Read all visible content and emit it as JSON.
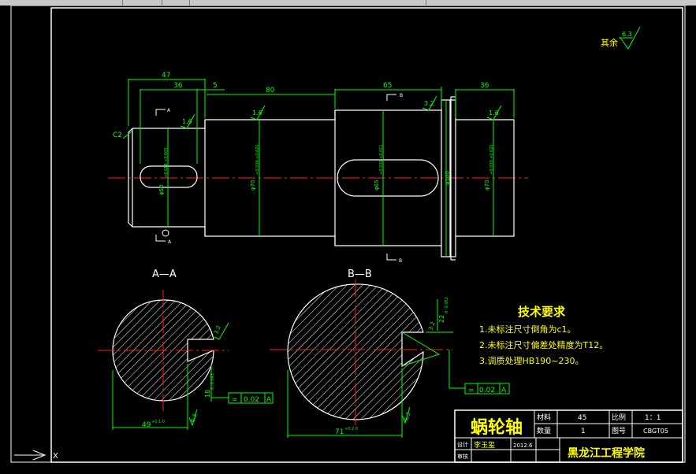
{
  "drawing": {
    "surface_finish_rest": {
      "label": "其余",
      "value": "6.3"
    },
    "dimensions": {
      "d47": "47",
      "d36a": "36",
      "d5": "5",
      "d80": "80",
      "d65": "65",
      "d36b": "36",
      "chamfer": "C2",
      "r16a": "1.6",
      "r16b": "1.6",
      "r16c": "1.6",
      "r32": "3.2",
      "dia_50": "φ50",
      "dia_70a": "φ70",
      "dia_65": "φ65",
      "dia_100": "φ100",
      "dia_70b": "φ70",
      "tol_50": "+0.018 +0.002",
      "tol_70a": "+0.039 +0.020",
      "tol_65": "+0.030 +0.011",
      "tol_70b": "+0.039 +0.020"
    },
    "section_marks": {
      "a_top": "A",
      "a_bottom": "A",
      "b_top": "B",
      "b_bottom": "B"
    },
    "section_aa": {
      "title": "A—A",
      "width_dim": "49",
      "width_tol": "+0.1 0",
      "depth_dim": "18",
      "depth_tol": "0 -0.043",
      "finish": "3.2",
      "finish_bottom": "6.3",
      "tolerance_frame": {
        "symbol": "=",
        "value": "0.02",
        "datum": "A"
      }
    },
    "section_bb": {
      "title": "B—B",
      "width_dim": "71",
      "width_tol": "+0.2 0",
      "depth_dim": "22",
      "depth_tol": "0 -0.052",
      "finish": "3.2",
      "finish_bottom": "6.3",
      "tolerance_frame": {
        "symbol": "=",
        "value": "0.02",
        "datum": "A"
      }
    },
    "tech_requirements": {
      "title": "技术要求",
      "items": [
        "1.未标注尺寸倒角为c1。",
        "2.未标注尺寸偏差处精度为T12。",
        "3.调质处理HB190~230。"
      ]
    },
    "title_block": {
      "part_name": "蜗轮轴",
      "material_label": "材料",
      "material_value": "45",
      "scale_label": "比例",
      "scale_value": "1：1",
      "quantity_label": "数量",
      "quantity_value": "1",
      "drawing_no_label": "图号",
      "drawing_no_value": "CBGT05",
      "drawer_label": "设计",
      "drawer_name": "李玉玺",
      "date": "2012.6",
      "reviewer_label": "审核",
      "school": "黑龙江工程学院"
    },
    "ucs": {
      "x_label": "X"
    }
  },
  "colors": {
    "background": "#000000",
    "outline": "#ffffff",
    "dimension": "#00ff00",
    "center": "#ff2020",
    "hatch": "#ffffff",
    "text_yellow": "#ffff00",
    "toolbar": "#c8c8c8"
  }
}
